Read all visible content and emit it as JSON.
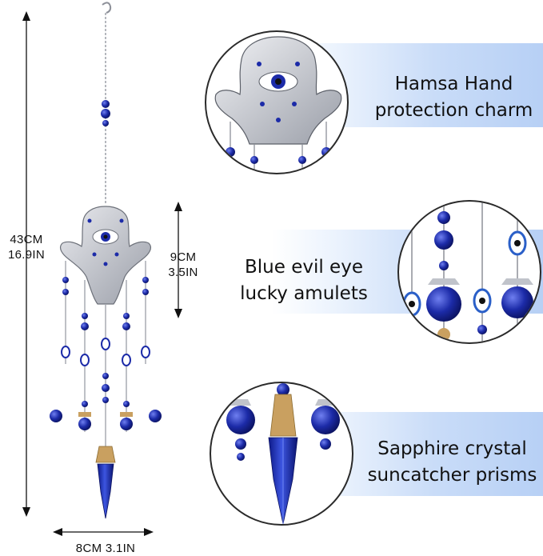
{
  "dimensions": {
    "total_length_cm": "43CM",
    "total_length_in": "16.9IN",
    "hand_height_cm": "9CM",
    "hand_height_in": "3.5IN",
    "width_label": "8CM 3.1IN"
  },
  "features": [
    {
      "line1": "Hamsa Hand",
      "line2": "protection charm"
    },
    {
      "line1": "Blue evil eye",
      "line2": "lucky amulets"
    },
    {
      "line1": "Sapphire crystal",
      "line2": "suncatcher prisms"
    }
  ],
  "colors": {
    "accent_blue": "#1c2ba8",
    "band_blue": "#b7d0f5",
    "silver": "#b9bcc4"
  }
}
